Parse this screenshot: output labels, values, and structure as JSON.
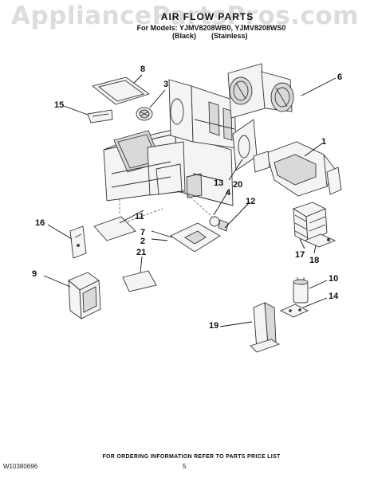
{
  "watermark": "AppliancePartsPros.com",
  "header": {
    "title": "AIR FLOW PARTS",
    "models_line": "For Models: YJMV8208WB0, YJMV8208WS0",
    "finish_black": "(Black)",
    "finish_stainless": "(Stainless)"
  },
  "callouts": [
    "1",
    "2",
    "4",
    "6",
    "7",
    "8",
    "3",
    "9",
    "10",
    "11",
    "12",
    "13",
    "14",
    "15",
    "16",
    "17",
    "18",
    "19",
    "20",
    "21"
  ],
  "footer": {
    "note": "FOR ORDERING INFORMATION REFER TO PARTS PRICE LIST",
    "doc_number": "W10380696",
    "page_number": "5"
  }
}
